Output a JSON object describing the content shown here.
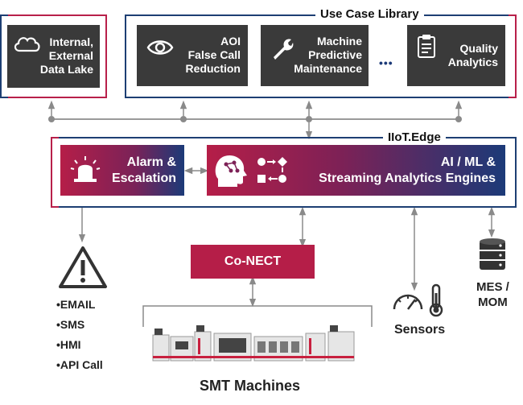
{
  "data_lake": {
    "label": "Internal,\nExternal\nData Lake",
    "icon": "cloud-icon"
  },
  "use_case_library": {
    "title": "Use Case Library",
    "tiles": [
      {
        "label": "AOI\nFalse Call\nReduction",
        "icon": "eye-icon"
      },
      {
        "label": "Machine\nPredictive\nMaintenance",
        "icon": "wrench-icon"
      },
      {
        "label": "Quality\nAnalytics",
        "icon": "clipboard-icon"
      }
    ],
    "ellipsis": "•••"
  },
  "iiot_edge": {
    "title": "IIoT.Edge",
    "alarm": {
      "label": "Alarm &\nEscalation",
      "icon": "siren-icon"
    },
    "analytics": {
      "label": "AI / ML &\nStreaming Analytics Engines",
      "icons": [
        "brain-icon",
        "workflow-icon"
      ]
    }
  },
  "connect": {
    "label": "Co-NECT"
  },
  "notifications": {
    "icon": "warning-icon",
    "items": [
      "•EMAIL",
      "•SMS",
      "•HMI",
      "•API Call"
    ]
  },
  "sensors": {
    "label": "Sensors",
    "icons": [
      "gauge-icon",
      "thermometer-icon"
    ]
  },
  "mes": {
    "label": "MES /\nMOM",
    "icon": "database-icon"
  },
  "smt": {
    "label": "SMT Machines",
    "icon": "smt-machines-icon"
  },
  "colors": {
    "red": "#b51e48",
    "blue": "#1c3a78",
    "dark_tile": "#3a3a3a",
    "connector": "#8a8a8a"
  }
}
